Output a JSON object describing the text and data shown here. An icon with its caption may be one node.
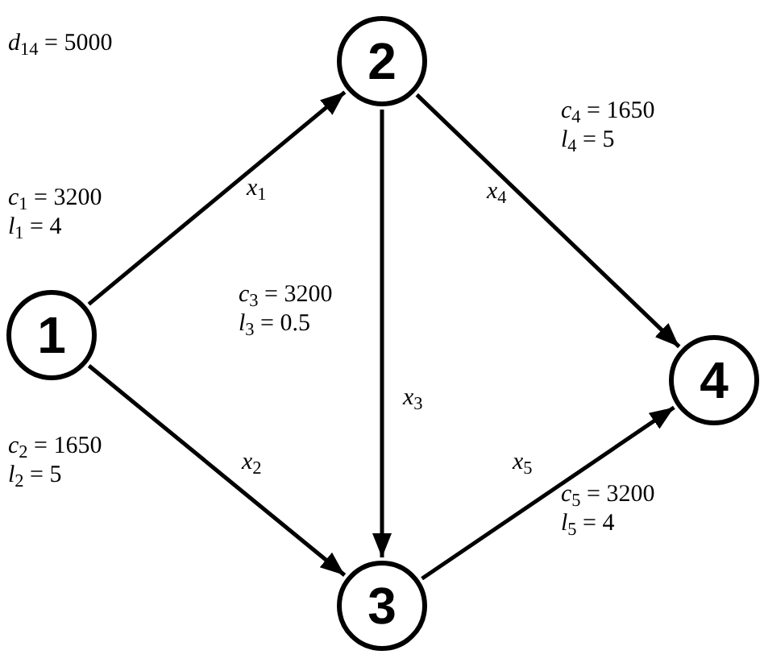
{
  "diagram": {
    "nodes": [
      {
        "text": [
          "1"
        ]
      },
      {
        "text": [
          "2"
        ]
      },
      {
        "text": [
          "3"
        ]
      },
      {
        "text": [
          "4"
        ]
      }
    ],
    "edges": [
      {
        "from": 0,
        "to": 1,
        "arrow": "to",
        "label": "*x*$_{1}$"
      },
      {
        "from": 0,
        "to": 2,
        "arrow": "to",
        "label": "*x*$_{2}$"
      },
      {
        "from": 1,
        "to": 2,
        "arrow": "to",
        "label": "*x*$_{3}$"
      },
      {
        "from": 1,
        "to": 3,
        "arrow": "to",
        "label": "*x*$_{4}$"
      },
      {
        "from": 2,
        "to": 3,
        "arrow": "to",
        "label": "*x*$_{5}$"
      }
    ],
    "labels": [
      "*d*$_{14}$ = 5000",
      "*c*$_{1}$ = 3200",
      "*l*$_{1}$ = 4",
      "*c*$_{3}$ = 3200",
      "*l*$_{3}$ = 0.5",
      "*c*$_{4}$ = 1650",
      "*l*$_{4}$ = 5",
      "*c*$_{2}$ = 1650",
      "*l*$_{2}$ = 5",
      "*c*$_{5}$ = 3200",
      "*l*$_{5}$ = 4"
    ]
  }
}
